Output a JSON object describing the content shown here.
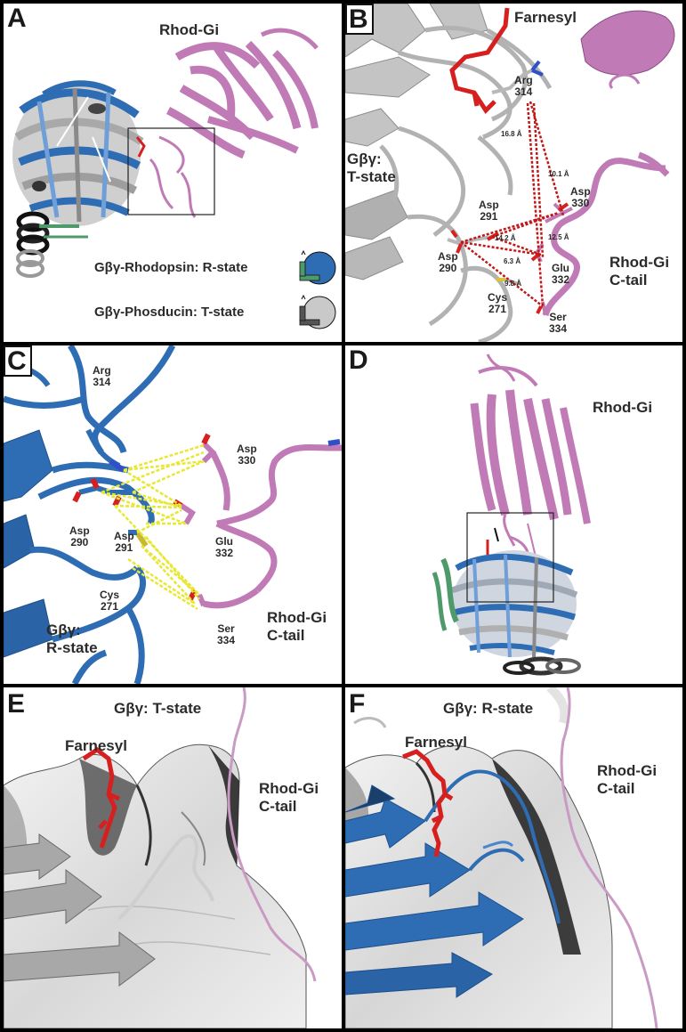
{
  "panels": {
    "a": {
      "letter": "A",
      "title": "Rhod-Gi",
      "legend_r": "Gβγ-Rhodopsin: R-state",
      "legend_t": "Gβγ-Phosducin: T-state"
    },
    "b": {
      "letter": "B",
      "farnesyl": "Farnesyl",
      "state_line1": "Gβγ:",
      "state_line2": "T-state",
      "tail_line1": "Rhod-Gi",
      "tail_line2": "C-tail",
      "residues": {
        "arg314": [
          "Arg",
          "314"
        ],
        "asp291": [
          "Asp",
          "291"
        ],
        "asp330": [
          "Asp",
          "330"
        ],
        "asp290": [
          "Asp",
          "290"
        ],
        "glu332": [
          "Glu",
          "332"
        ],
        "cys271": [
          "Cys",
          "271"
        ],
        "ser334": [
          "Ser",
          "334"
        ]
      },
      "distances": {
        "d1": "16.8 Å",
        "d2": "10.1 Å",
        "d3": "14.2 Å",
        "d4": "12.5 Å",
        "d5": "6.3 Å",
        "d6": "9.8 Å"
      }
    },
    "c": {
      "letter": "C",
      "state_line1": "Gβγ:",
      "state_line2": "R-state",
      "tail_line1": "Rhod-Gi",
      "tail_line2": "C-tail",
      "residues": {
        "arg314": [
          "Arg",
          "314"
        ],
        "asp330": [
          "Asp",
          "330"
        ],
        "asp290": [
          "Asp",
          "290"
        ],
        "asp291": [
          "Asp",
          "291"
        ],
        "glu332": [
          "Glu",
          "332"
        ],
        "cys271": [
          "Cys",
          "271"
        ],
        "ser334": [
          "Ser",
          "334"
        ]
      }
    },
    "d": {
      "letter": "D",
      "title": "Rhod-Gi"
    },
    "e": {
      "letter": "E",
      "title": "Gβγ: T-state",
      "farnesyl": "Farnesyl",
      "tail_line1": "Rhod-Gi",
      "tail_line2": "C-tail"
    },
    "f": {
      "letter": "F",
      "title": "Gβγ: R-state",
      "farnesyl": "Farnesyl",
      "tail_line1": "Rhod-Gi",
      "tail_line2": "C-tail"
    }
  },
  "colors": {
    "background_border": "#000000",
    "r_state_blue": "#2e6db4",
    "t_state_grey": "#b5b5b5",
    "rhod_gi_pink": "#c07ab6",
    "farnesyl_red": "#d62020",
    "hbond_yellow": "#e8e833",
    "green_subunit": "#4f9a6a"
  }
}
